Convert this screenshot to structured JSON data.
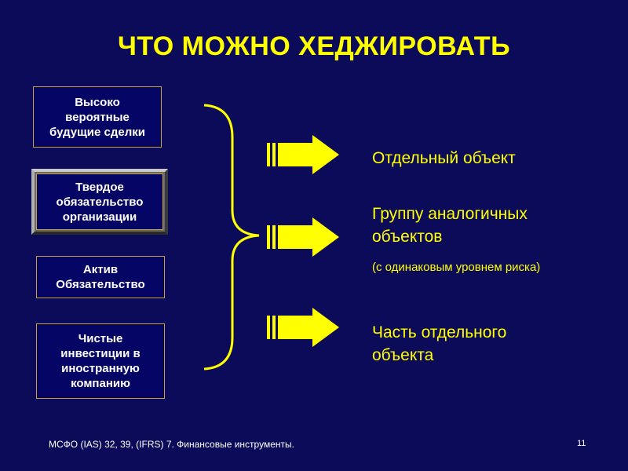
{
  "title": "ЧТО МОЖНО ХЕДЖИРОВАТЬ",
  "hedged_items": [
    {
      "label": "Высоко вероятные будущие сделки"
    },
    {
      "label": "Твердое обязательство организации"
    },
    {
      "label": "Актив Обязательство"
    },
    {
      "label": "Чистые инвестиции в иностранную компанию"
    }
  ],
  "hedged_object_types": [
    {
      "label": "Отдельный объект"
    },
    {
      "label": "Группу аналогичных объектов",
      "note": "(с одинаковым уровнем риска)"
    },
    {
      "label": "Часть отдельного объекта"
    }
  ],
  "footer": "МСФО (IAS) 32, 39, (IFRS) 7. Финансовые инструменты.",
  "page_number": "11",
  "colors": {
    "background": "#0b0b5a",
    "accent": "#ffff00",
    "box_border": "#c8a33a",
    "text": "#ffffff"
  }
}
